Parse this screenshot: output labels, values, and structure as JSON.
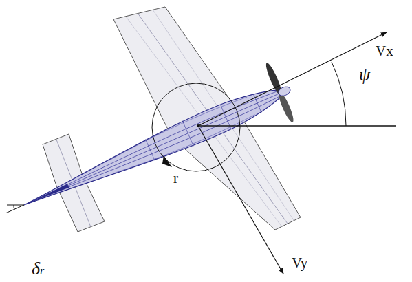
{
  "diagram": {
    "labels": [
      "Vx",
      "ψ",
      "r",
      "Vy",
      "δr"
    ]
  }
}
